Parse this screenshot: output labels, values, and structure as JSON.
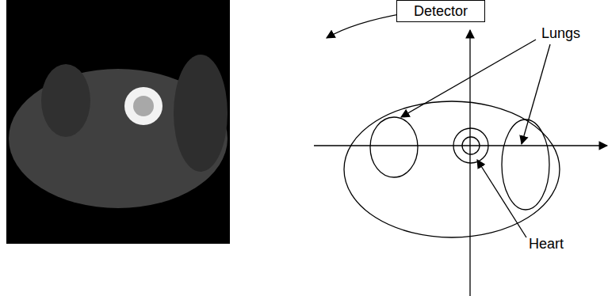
{
  "diagram": {
    "nodes": [
      {
        "text": [
          "Detector"
        ]
      }
    ],
    "labels": [
      "Lungs",
      "Heart"
    ]
  }
}
